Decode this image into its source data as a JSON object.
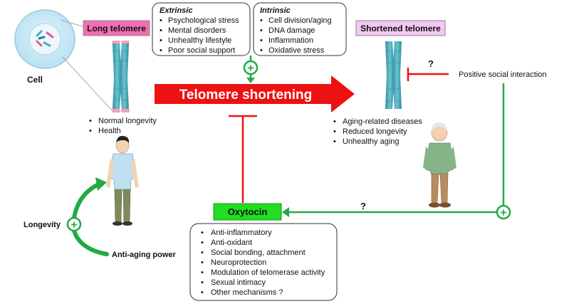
{
  "cell": {
    "label": "Cell"
  },
  "long_telomere": {
    "label": "Long telomere"
  },
  "shortened_telomere": {
    "label": "Shortened telomere"
  },
  "extrinsic": {
    "title": "Extrinsic",
    "items": [
      "Psychological stress",
      "Mental disorders",
      "Unhealthy lifestyle",
      "Poor social support"
    ]
  },
  "intrinsic": {
    "title": "Intrinsic",
    "items": [
      "Cell division/aging",
      "DNA damage",
      "Inflammation",
      "Oxidative stress"
    ]
  },
  "main_arrow": {
    "label": "Telomere shortening"
  },
  "healthy_outcomes": {
    "items": [
      "Normal longevity",
      "Health"
    ]
  },
  "aging_outcomes": {
    "items": [
      "Aging-related diseases",
      "Reduced longevity",
      "Unhealthy aging"
    ]
  },
  "positive_social": {
    "label": "Positive social interaction",
    "question": "?"
  },
  "oxytocin": {
    "label": "Oxytocin",
    "question": "?",
    "effects": [
      "Anti-inflammatory",
      "Anti-oxidant",
      "Social bonding, attachment",
      "Neuroprotection",
      "Modulation of telomerase activity",
      "Sexual intimacy",
      "Other mechanisms ?"
    ]
  },
  "longevity": {
    "label": "Longevity"
  },
  "anti_aging": {
    "label": "Anti-aging power"
  },
  "plus_symbol": "+",
  "bullet": "•",
  "colors": {
    "red": "#ee1111",
    "green": "#22aa44",
    "oxytocin_box": "#22dd22",
    "telomere_box_pink": "#f26db2",
    "telomere_box_lilac": "#f3c6f3",
    "chromosome": "#46a9b8",
    "telomere_cap": "#f4a3b5"
  }
}
